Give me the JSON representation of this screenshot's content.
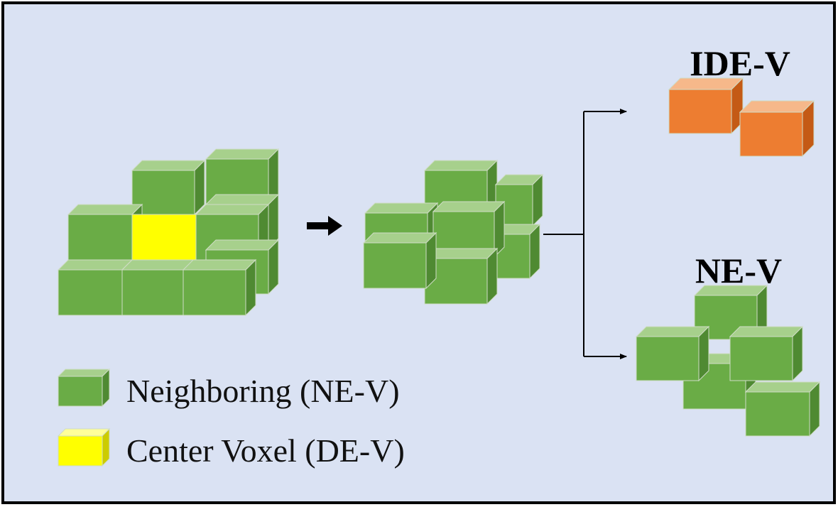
{
  "titles": {
    "ide_v": "IDE-V",
    "ne_v": "NE-V"
  },
  "legend": {
    "neighboring": "Neighboring (NE-V)",
    "center": "Center Voxel (DE-V)"
  },
  "colors": {
    "background": "#dae2f3",
    "border": "#000000",
    "green_front": "#6aac46",
    "green_top": "#a7d08c",
    "green_side": "#4f8a32",
    "yellow_front": "#ffff00",
    "orange_front": "#ed7d31",
    "orange_top": "#f6b88a",
    "orange_side": "#c45a15"
  }
}
